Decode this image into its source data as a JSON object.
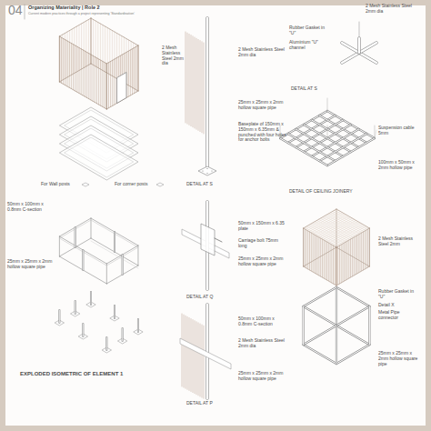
{
  "diagram": {
    "title": "Organizing Materiality | Role 2",
    "labels": [
      "04",
      "Current modern practices through a project representing 'Standardisation'",
      "2 Mesh Stainless Steel 2mm dia",
      "2 Mesh Stainless Steel 2mm dia",
      "25mm x 25mm x 2mm hollow square pipe",
      "Baseplate of 150mm x 150mm x 6.35mm & punched with four holes for anchor bolts",
      "DETAIL AT S",
      "For Wall posts",
      "For corner posts",
      "50mm x 100mm x 0.8mm C-section",
      "25mm x 25mm x 2mm hollow square pipe",
      "50mm x 150mm x 6.35 plate",
      "Carriage bolt 75mm long",
      "25mm x 25mm x 2mm hollow square pipe",
      "DETAIL AT Q",
      "50mm x 100mm x 0.8mm C-section",
      "2 Mesh Stainless Steel 2mm dia",
      "25mm x 25mm x 2mm hollow square pipe",
      "DETAIL AT P",
      "EXPLODED ISOMETRIC OF ELEMENT 1",
      "2 Mesh Stainless Steel 2mm dia",
      "Rubber Gasket in \"U\"",
      "Aluminium \"U\" channel",
      "DETAIL AT S",
      "Suspension cable 5mm",
      "100mm x 50mm x 2mm hollow pipe",
      "DETAIL OF CEILING JOINERY",
      "2 Mesh Stainless Steel 2mm",
      "Rubber Gasket in \"U\"",
      "Detail X",
      "Metal Pipe connector",
      "25mm x 25mm x 2mm hollow square pipe"
    ]
  }
}
